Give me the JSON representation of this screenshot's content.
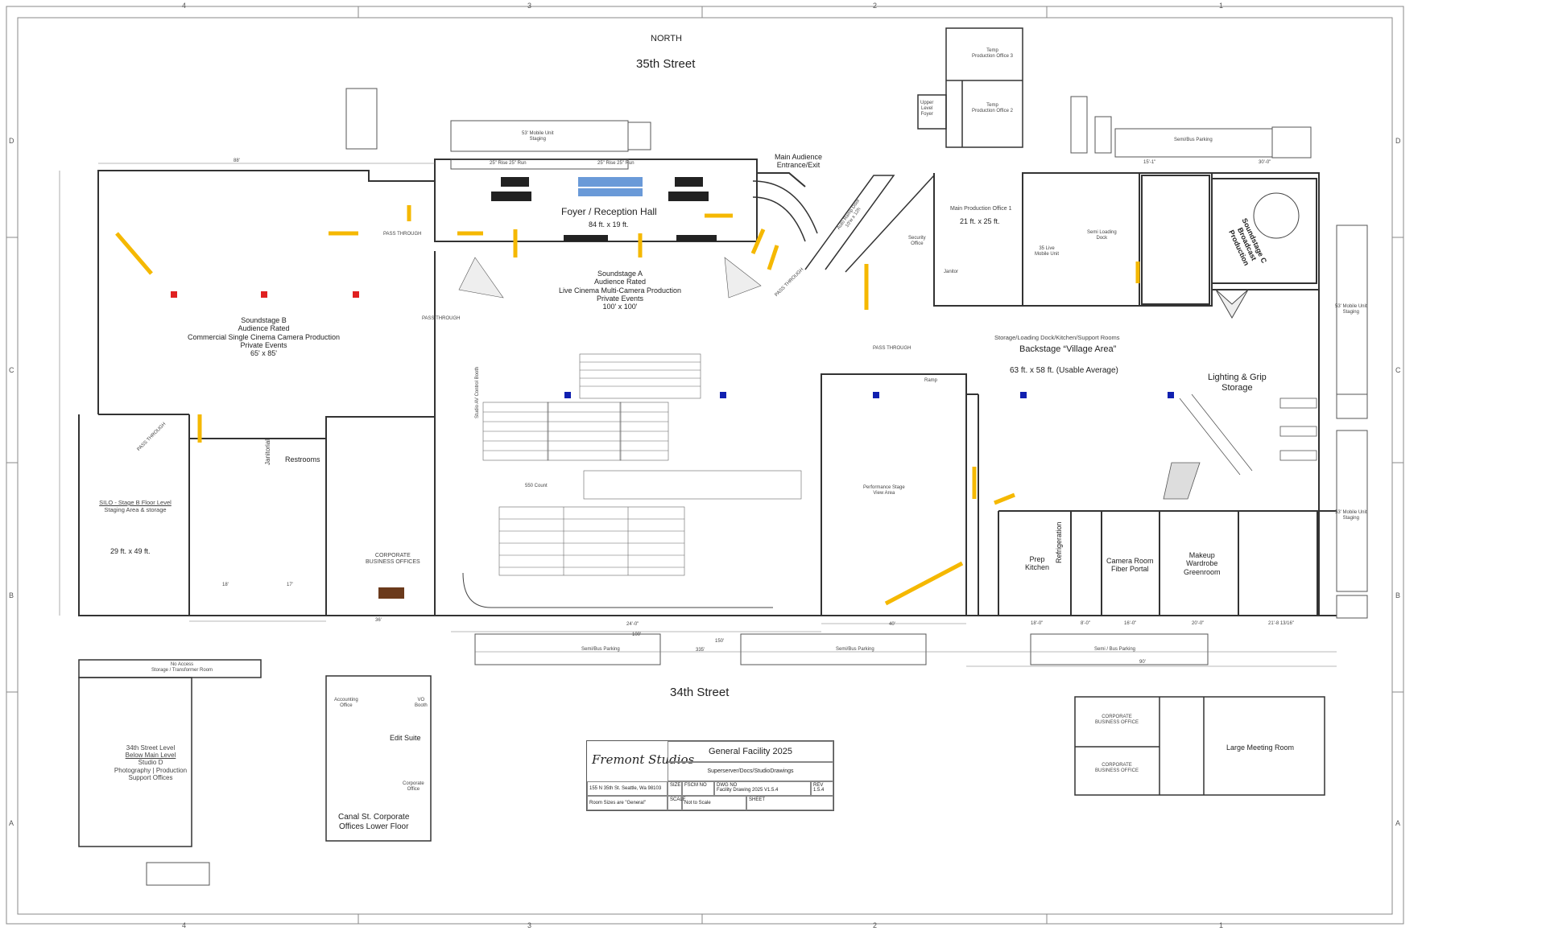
{
  "frame": {
    "cols_top": [
      "4",
      "3",
      "2",
      "1"
    ],
    "rows_side": [
      "D",
      "C",
      "B",
      "A"
    ]
  },
  "streets": {
    "north": "NORTH",
    "north_street": "35th Street",
    "south_street": "34th Street"
  },
  "rooms": {
    "foyer": {
      "name": "Foyer / Reception Hall",
      "size": "84 ft. x 19 ft."
    },
    "stage_a": {
      "l1": "Soundstage A",
      "l2": "Audience Rated",
      "l3": "Live Cinema Multi-Camera Production",
      "l4": "Private Events",
      "size": "100' x 100'"
    },
    "stage_b": {
      "l1": "Soundstage B",
      "l2": "Audience Rated",
      "l3": "Commercial Single Cinema Camera Production",
      "l4": "Private Events",
      "size": "65' x 85'"
    },
    "stage_c": {
      "l1": "Soundstage C",
      "l2": "Broadcast",
      "l3": "Production"
    },
    "main_entrance": {
      "l1": "Main Audience",
      "l2": "Entrance/Exit"
    },
    "ramp_door": {
      "l1": "Auto Ramp Door",
      "l2": "10'w x 12h"
    },
    "prod_office_1": {
      "name": "Main Production Office 1",
      "size": "21 ft. x 25 ft."
    },
    "security": {
      "l1": "Security",
      "l2": "Office"
    },
    "janitor": "Janitor",
    "live_mobile": {
      "l1": "35 Live",
      "l2": "Mobile Unit"
    },
    "semi_dock": {
      "l1": "Semi Loading",
      "l2": "Dock"
    },
    "backstage": {
      "l1": "Storage/Loading Dock/Kitchen/Support Rooms",
      "l2": "Backstage “Village Area”",
      "size": "63 ft. x 58 ft. (Usable Average)"
    },
    "lighting": {
      "l1": "Lighting & Grip",
      "l2": "Storage"
    },
    "perf_stage": {
      "l1": "Performance Stage",
      "l2": "View Area"
    },
    "ramp": "Ramp",
    "prep_kitchen": {
      "l1": "Prep",
      "l2": "Kitchen"
    },
    "refrigeration": "Refrigeration",
    "camera_room": {
      "l1": "Camera Room",
      "l2": "Fiber Portal"
    },
    "makeup": {
      "l1": "Makeup",
      "l2": "Wardrobe",
      "l3": "Greenroom"
    },
    "silo": {
      "l1": "SILO - Stage B Floor Level",
      "l2": "Staging Area & storage",
      "size": "29 ft. x 49 ft."
    },
    "janitorial": "Janitorial",
    "restrooms": "Restrooms",
    "corp_offices": {
      "l1": "CORPORATE",
      "l2": "BUSINESS OFFICES"
    },
    "studio_d": {
      "l1": "34th Street Level",
      "l2": "Below Main Level",
      "l3": "Studio D",
      "l4": "Photography | Production",
      "l5": "Support Offices"
    },
    "no_access": {
      "l1": "No Access",
      "l2": "Storage / Transformer Room"
    },
    "edit_suite": "Edit Suite",
    "accounting": {
      "l1": "Accounting",
      "l2": "Office"
    },
    "vo_booth": {
      "l1": "VO",
      "l2": "Booth"
    },
    "corp_office": {
      "l1": "Corporate",
      "l2": "Office"
    },
    "canal": {
      "l1": "Canal St. Corporate",
      "l2": "Offices Lower Floor"
    },
    "corp_biz_1": {
      "l1": "CORPORATE",
      "l2": "BUSINESS OFFICE"
    },
    "corp_biz_2": {
      "l1": "CORPORATE",
      "l2": "BUSINESS OFFICE"
    },
    "meeting": "Large Meeting Room",
    "temp_office_3": {
      "l1": "Temp",
      "l2": "Production Office 3"
    },
    "temp_office_2": {
      "l1": "Temp",
      "l2": "Production Office 2"
    },
    "upper_foyer": {
      "l1": "Upper",
      "l2": "Level",
      "l3": "Foyer"
    },
    "seat_count": "550 Count",
    "control_booth": "Studio AV Control Booth"
  },
  "notes": {
    "pass_through": "PASS THROUGH",
    "staging_53": {
      "l1": "53' Mobile Unit",
      "l2": "Staging"
    },
    "semi_bus_parking": "Semi/Bus Parking",
    "semi_bus_parking_2": "Semi / Bus Parking",
    "rows_25": "25\" Rise  25\" Run",
    "dim_88": "88'",
    "dim_100": "100'",
    "dim_150": "150'",
    "dim_335": "335'",
    "dim_40": "40'",
    "dim_90": "90'",
    "dim_36": "36'",
    "dim_18": "18'",
    "dim_17": "17'",
    "dim_24": "24'-0\"",
    "dim_18b": "18'-0\"",
    "dim_8": "8'-0\"",
    "dim_16": "16'-0\"",
    "dim_20": "20'-0\"",
    "dim_21": "21'-8 13/16\"",
    "dim_30": "30'-0\"",
    "dim_15": "15'-1\""
  },
  "title_block": {
    "title": "General Facility 2025",
    "path": "Superserver/Docs/StudioDrawings",
    "address": "155 N 35th St. Seattle, Wa 98103",
    "drawing": "Facility Drawing 2025 V1.5.4",
    "rev": "1.5.4",
    "scale_label": "SCALE",
    "scale": "Not to Scale",
    "note": "Room Sizes are \"General\"",
    "size_label": "SIZE",
    "fscm_label": "FSCM NO",
    "dwg_label": "DWG NO",
    "rev_label": "REV",
    "sheet_label": "SHEET",
    "logo": "Fremont Studios"
  },
  "colors": {
    "line": "#333333",
    "arrow": "#f5b800",
    "marker_red": "#e02020",
    "marker_blue": "#1020b0",
    "seat_blue": "#6a9ad8",
    "furniture_dark": "#222222"
  }
}
